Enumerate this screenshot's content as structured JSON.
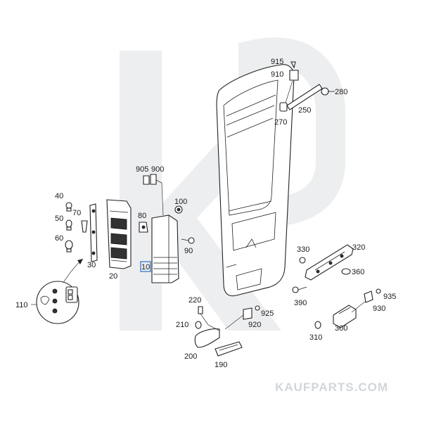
{
  "watermark": "KAUFPARTS.COM",
  "highlight_color": "#2a6fc9",
  "labels": {
    "p10": "10",
    "p20": "20",
    "p30": "30",
    "p40": "40",
    "p50": "50",
    "p60": "60",
    "p70": "70",
    "p80": "80",
    "p90": "90",
    "p100": "100",
    "p110": "110",
    "p190": "190",
    "p200": "200",
    "p210": "210",
    "p220": "220",
    "p250": "250",
    "p270": "270",
    "p280": "280",
    "p300": "300",
    "p310": "310",
    "p320": "320",
    "p330": "330",
    "p360": "360",
    "p390": "390",
    "p900": "900",
    "p905": "905",
    "p910": "910",
    "p915": "915",
    "p920": "920",
    "p925": "925",
    "p930": "930",
    "p935": "935"
  }
}
